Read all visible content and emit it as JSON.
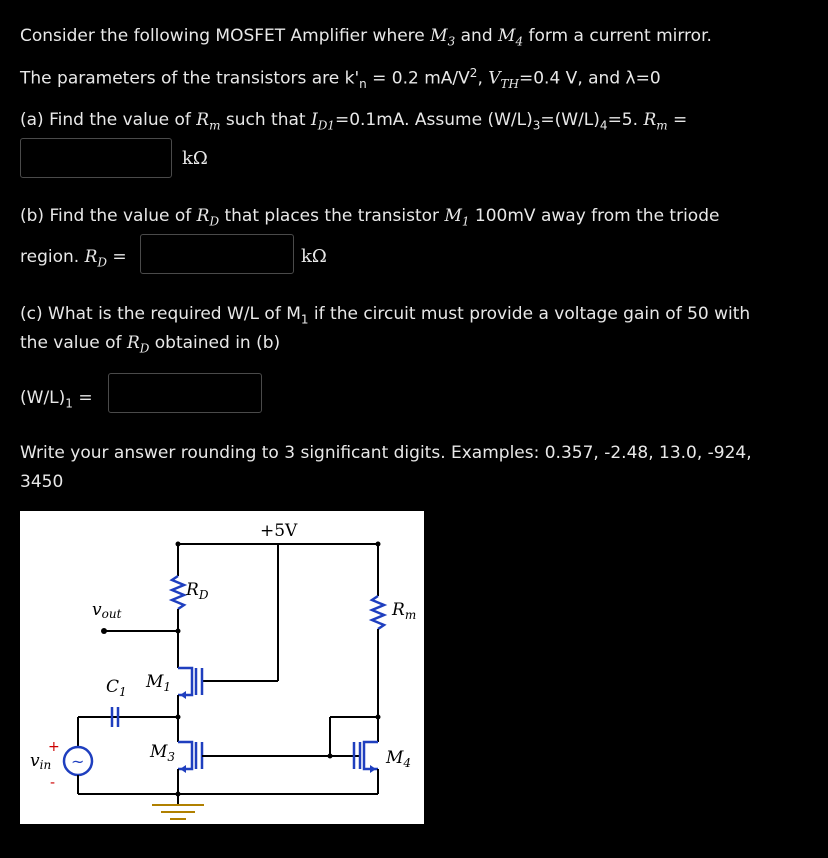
{
  "q_intro": "Consider the following MOSFET Amplifier where",
  "q_m3": "M",
  "q_m3_sub": "3",
  "q_and": " and ",
  "q_m4": "M",
  "q_m4_sub": "4",
  "q_tail": " form a current mirror.",
  "params_text": "The parameters of the transistors are k'",
  "params_n": "n",
  "params_kn_value": " = 0.2 mA/V",
  "params_exp": "2",
  "params_sep": ", ",
  "params_vth": "V",
  "params_vth_sub": "TH",
  "params_vth_value": "=0.4 V, and ",
  "params_lambda": "λ=0",
  "part_a_text": "(a) Find the value of",
  "part_a_rm": "R",
  "part_a_rm_sub": "m",
  "part_a_mid": " such that ",
  "part_a_id": "I",
  "part_a_id_sub": "D1",
  "part_a_tail": "=0.1mA. Assume (W/L)",
  "part_a_s3": "3",
  "part_a_eq": "=(W/L)",
  "part_a_s4": "4",
  "part_a_five": "=5. ",
  "part_a_rm2": "R",
  "part_a_rm2_sub": "m",
  "part_a_equals": " =",
  "unit_kohm": "kΩ",
  "part_b_text": "(b) Find the value of",
  "part_b_rd": "R",
  "part_b_rd_sub": "D",
  "part_b_mid": " that places the transistor ",
  "part_b_m1": "M",
  "part_b_m1_sub": "1",
  "part_b_tail": " 100mV away from the triode",
  "part_b_line2": "region. ",
  "part_b_rd2": "R",
  "part_b_rd2_sub": "D",
  "part_b_equals": " =",
  "part_c_line1": "(c) What is the required W/L of M",
  "part_c_m1_sub": "1",
  "part_c_line1_tail": " if the circuit must provide a voltage gain of 50 with",
  "part_c_line2": "the value of ",
  "part_c_rd": "R",
  "part_c_rd_sub": "D",
  "part_c_line2_tail": " obtained in (b)",
  "part_c_wl": "(W/L)",
  "part_c_wl_sub": "1",
  "part_c_equals": " =",
  "instructions_line1": "Write your answer rounding to 3 significant digits. Examples: 0.357, -2.48, 13.0, -924,",
  "instructions_line2": "3450",
  "circuit": {
    "supply": "+5V",
    "rd": "R",
    "rd_sub": "D",
    "rm": "R",
    "rm_sub": "m",
    "vout": "v",
    "vout_sub": "out",
    "c1": "C",
    "c1_sub": "1",
    "m1": "M",
    "m1_sub": "1",
    "m3": "M",
    "m3_sub": "3",
    "m4": "M",
    "m4_sub": "4",
    "vin": "v",
    "vin_sub": "in",
    "plus": "+",
    "minus": "-",
    "source_symbol": "~"
  }
}
